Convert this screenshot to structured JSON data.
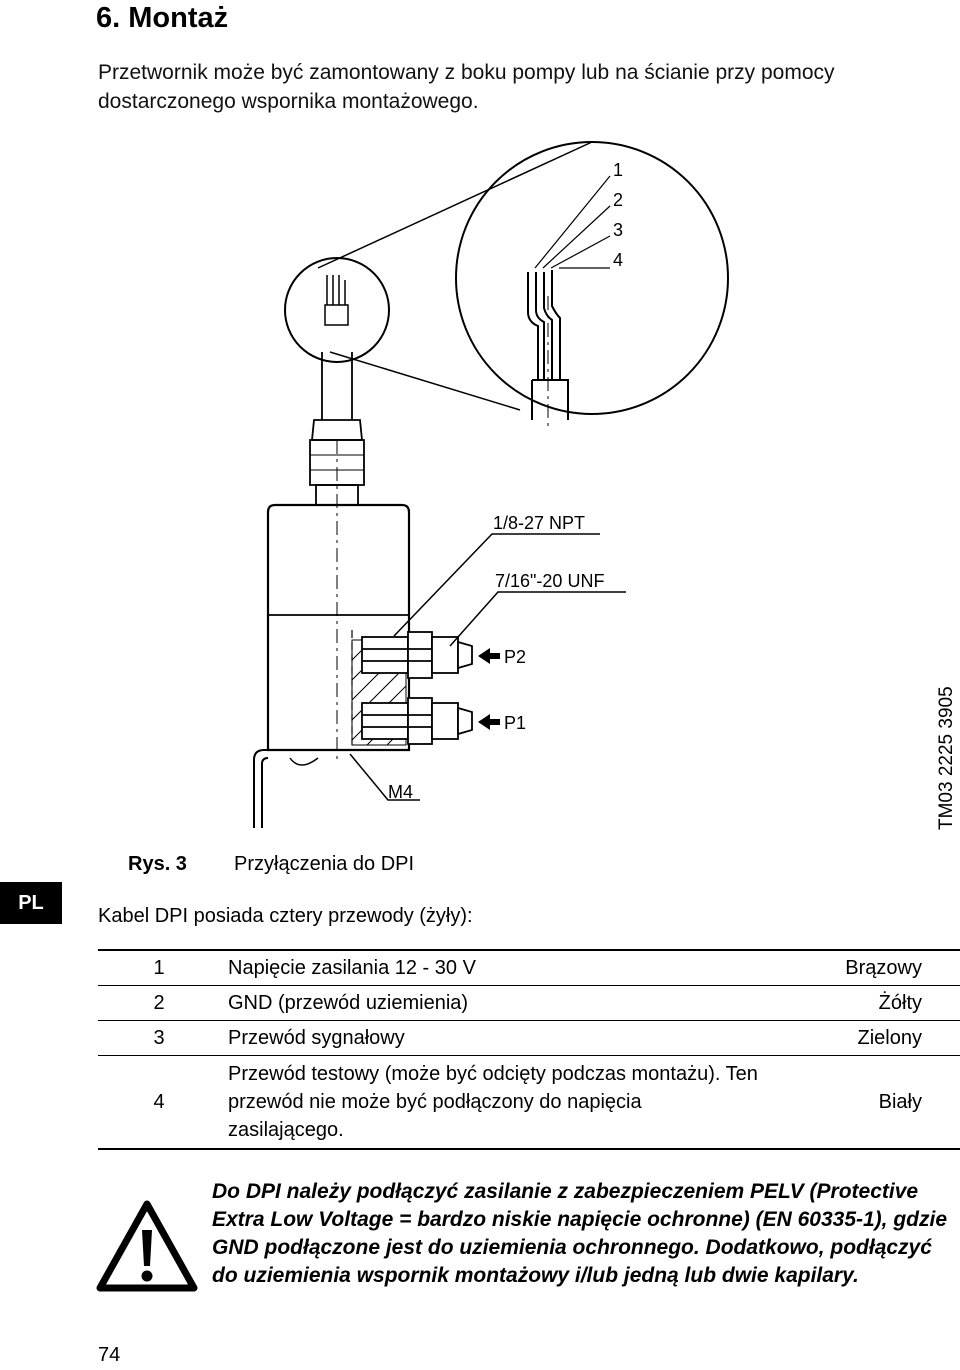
{
  "section_title": "6. Montaż",
  "intro": "Przetwornik może być zamontowany z boku pompy lub na ścianie przy pomocy dostarczonego wspornika montażowego.",
  "figure": {
    "callout_numbers": [
      "1",
      "2",
      "3",
      "4"
    ],
    "thread_label_1": "1/8-27 NPT",
    "thread_label_2": "7/16\"-20 UNF",
    "port_p2": "P2",
    "port_p1": "P1",
    "screw_label": "M4",
    "drawing_code": "TM03 2225 3905"
  },
  "caption": {
    "label": "Rys. 3",
    "text": "Przyłączenia do DPI"
  },
  "lang_tab": "PL",
  "cable_intro": "Kabel DPI posiada cztery przewody (żyły):",
  "wires": [
    {
      "num": "1",
      "desc": "Napięcie zasilania 12 - 30 V",
      "color": "Brązowy"
    },
    {
      "num": "2",
      "desc": "GND (przewód uziemienia)",
      "color": "Żółty"
    },
    {
      "num": "3",
      "desc": "Przewód sygnałowy",
      "color": "Zielony"
    },
    {
      "num": "4",
      "desc": "Przewód testowy (może być odcięty podczas montażu). Ten przewód nie może być podłączony do napięcia zasilającego.",
      "color": "Biały"
    }
  ],
  "warning": "Do DPI należy podłączyć zasilanie z zabezpieczeniem PELV (Protective Extra Low Voltage = bardzo niskie napięcie ochronne) (EN 60335-1), gdzie GND podłączone jest do uziemienia ochronnego. Dodatkowo, podłączyć do uziemienia wspornik montażowy i/lub jedną lub dwie kapilary.",
  "page_number": "74"
}
